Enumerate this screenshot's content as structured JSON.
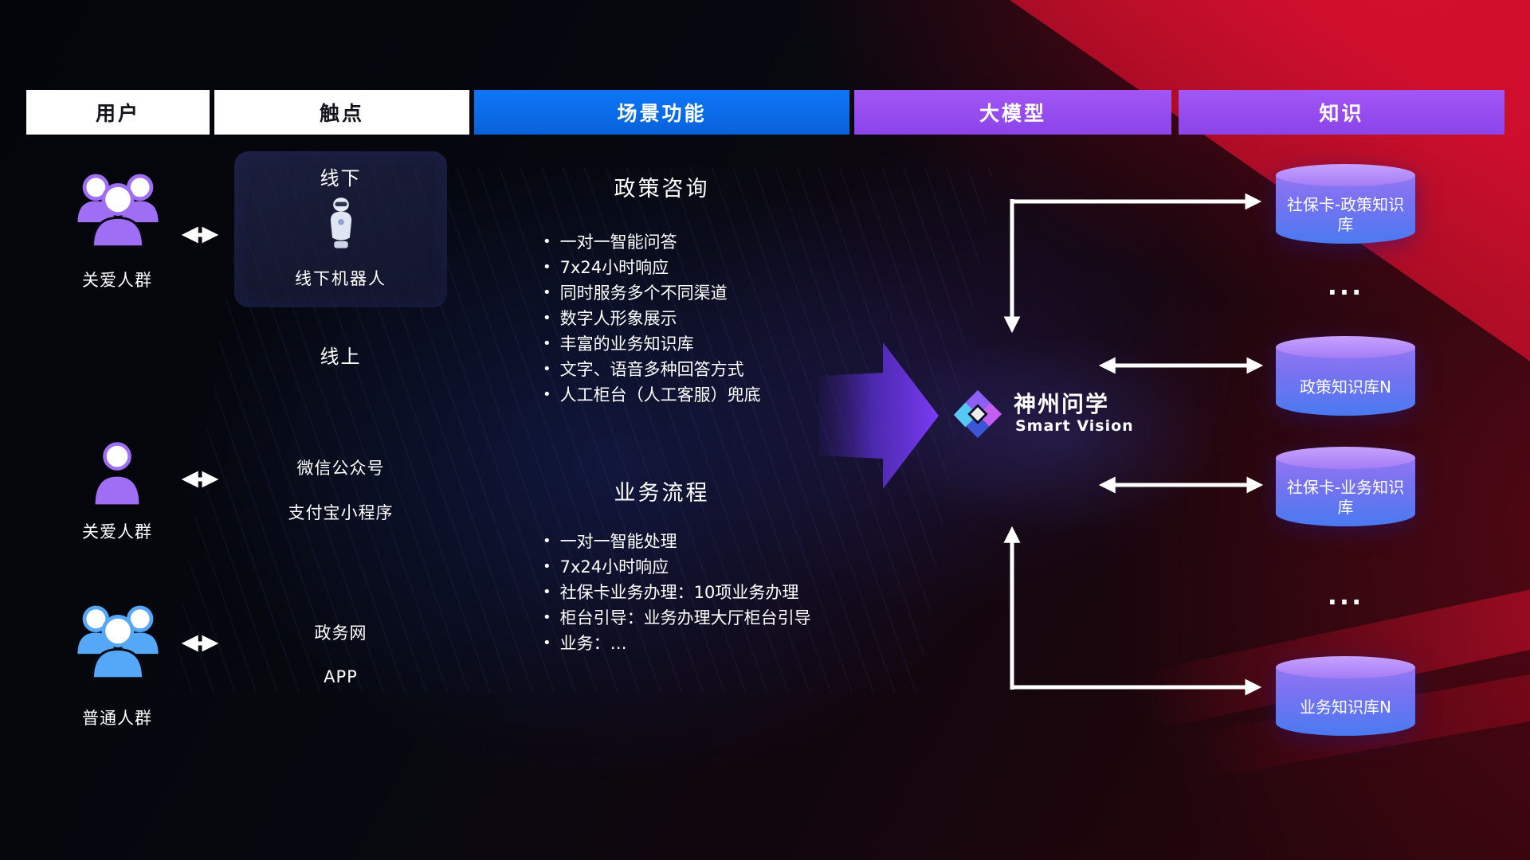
{
  "headers": [
    {
      "label": "用户"
    },
    {
      "label": "触点"
    },
    {
      "label": "场景功能"
    },
    {
      "label": "大模型"
    },
    {
      "label": "知识"
    }
  ],
  "users": [
    {
      "label": "关爱人群",
      "type": "group",
      "color": "#a06ef5"
    },
    {
      "label": "关爱人群",
      "type": "single",
      "color": "#a06ef5"
    },
    {
      "label": "普通人群",
      "type": "group",
      "color": "#55a8f7"
    }
  ],
  "touchpoints": {
    "offline_title": "线下",
    "robot_label": "线下机器人",
    "online_title": "线上",
    "channels": [
      "微信公众号",
      "支付宝小程序",
      "政务网",
      "APP"
    ]
  },
  "scenes": [
    {
      "title": "政策咨询",
      "items": [
        "一对一智能问答",
        "7x24小时响应",
        "同时服务多个不同渠道",
        "数字人形象展示",
        "丰富的业务知识库",
        "文字、语音多种回答方式",
        "人工柜台（人工客服）兜底"
      ]
    },
    {
      "title": "业务流程",
      "items": [
        "一对一智能处理",
        "7x24小时响应",
        "社保卡业务办理：10项业务办理",
        "柜台引导：业务办理大厅柜台引导",
        "业务：…"
      ]
    }
  ],
  "model": {
    "name": "神州问学",
    "subtitle": "Smart Vision"
  },
  "knowledge": {
    "bases": [
      "社保卡-政策知识库",
      "政策知识库N",
      "社保卡-业务知识库",
      "业务知识库N"
    ],
    "ellipsis": "..."
  },
  "colors": {
    "scene_header_bg": "#0a6cf2",
    "model_header_bg": "#9a4ff2",
    "knowledge_header_bg": "#9a4ff2",
    "white_header_bg": "#ffffff",
    "user_purple": "#a06ef5",
    "user_blue": "#55a8f7",
    "cylinder_top": "#b48efa",
    "cylinder_body_top": "#8f72f3",
    "cylinder_body_bottom": "#3e77ef",
    "flow_arrow_purple": "#7b3bf5",
    "connector_white": "#ffffff"
  }
}
